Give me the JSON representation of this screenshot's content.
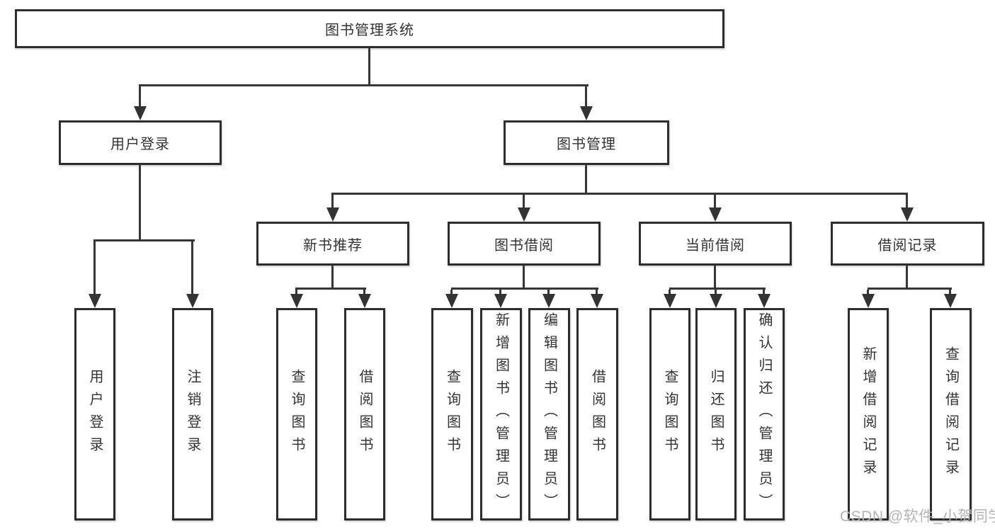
{
  "diagram": {
    "root": {
      "label": "图书管理系统"
    },
    "branches": [
      {
        "label": "用户登录",
        "leaves": [
          {
            "label": "用户登录"
          },
          {
            "label": "注销登录"
          }
        ]
      },
      {
        "label": "图书管理",
        "groups": [
          {
            "label": "新书推荐",
            "leaves": [
              {
                "label": "查询图书"
              },
              {
                "label": "借阅图书"
              }
            ]
          },
          {
            "label": "图书借阅",
            "leaves": [
              {
                "label": "查询图书"
              },
              {
                "label": "新增图书（管理员）"
              },
              {
                "label": "编辑图书（管理员）"
              },
              {
                "label": "借阅图书"
              }
            ]
          },
          {
            "label": "当前借阅",
            "leaves": [
              {
                "label": "查询图书"
              },
              {
                "label": "归还图书"
              },
              {
                "label": "确认归还（管理员）"
              }
            ]
          },
          {
            "label": "借阅记录",
            "leaves": [
              {
                "label": "新增借阅记录"
              },
              {
                "label": "查询借阅记录"
              }
            ]
          }
        ]
      }
    ]
  },
  "watermark": {
    "text": "CSDN @软件_小贺同学"
  },
  "colors": {
    "line": "#363636",
    "box_border": "#2d2d2d",
    "text": "#333333",
    "watermark": "#b4b4b4",
    "background": "#ffffff"
  }
}
